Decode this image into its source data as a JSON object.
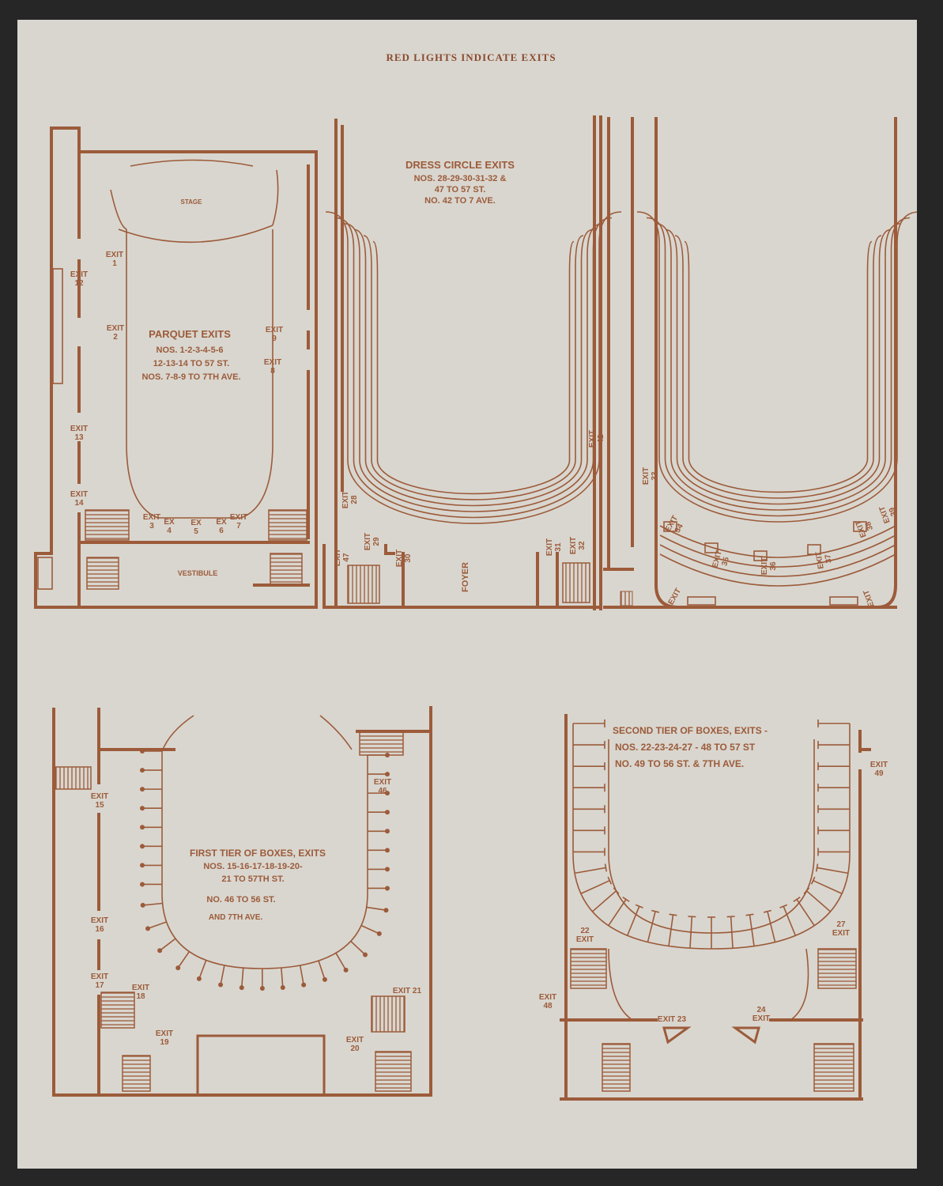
{
  "header": "RED LIGHTS INDICATE EXITS",
  "colors": {
    "ink": "#9c5b3a",
    "paper": "#d9d6cf",
    "background": "#262626"
  },
  "parquet": {
    "title": "PARQUET EXITS",
    "lines": [
      "NOS. 1-2-3-4-5-6",
      "12-13-14 TO 57 ST.",
      "NOS. 7-8-9 TO 7TH AVE."
    ],
    "stage": "STAGE",
    "vestibule": "VESTIBULE",
    "exits": [
      {
        "word": "EXIT",
        "num": "1"
      },
      {
        "word": "EXIT",
        "num": "12"
      },
      {
        "word": "EXIT",
        "num": "2"
      },
      {
        "word": "EXIT",
        "num": "9"
      },
      {
        "word": "EXIT",
        "num": "8"
      },
      {
        "word": "EXIT",
        "num": "13"
      },
      {
        "word": "EXIT",
        "num": "14"
      },
      {
        "word": "EXIT",
        "num": "3"
      },
      {
        "word": "EX",
        "num": "4"
      },
      {
        "word": "EX",
        "num": "5"
      },
      {
        "word": "EX",
        "num": "6"
      },
      {
        "word": "EXIT",
        "num": "7"
      }
    ]
  },
  "dress_circle": {
    "title": "DRESS CIRCLE EXITS",
    "lines": [
      "NOS. 28-29-30-31-32 &",
      "47 TO 57 ST.",
      "NO. 42 TO 7 AVE."
    ],
    "foyer": "FOYER",
    "exits": [
      {
        "word": "EXIT",
        "num": "28"
      },
      {
        "word": "EXIT",
        "num": "47"
      },
      {
        "word": "EXIT",
        "num": "29"
      },
      {
        "word": "EXIT",
        "num": "30"
      },
      {
        "word": "EXIT",
        "num": "31"
      },
      {
        "word": "EXIT",
        "num": "32"
      },
      {
        "word": "EXIT",
        "num": "42"
      }
    ]
  },
  "balcony": {
    "exits": [
      {
        "word": "EXIT",
        "num": "33"
      },
      {
        "word": "EXIT",
        "num": "34"
      },
      {
        "word": "EXIT",
        "num": "35"
      },
      {
        "word": "EXIT",
        "num": "36"
      },
      {
        "word": "EXIT",
        "num": "37"
      },
      {
        "word": "EXIT",
        "num": "38"
      },
      {
        "word": "EXIT",
        "num": "39"
      },
      {
        "word": "EXIT",
        "num": ""
      },
      {
        "word": "EXIT",
        "num": ""
      }
    ]
  },
  "first_tier": {
    "title": "FIRST TIER OF BOXES, EXITS",
    "lines": [
      "NOS. 15-16-17-18-19-20-",
      "21 TO 57TH ST.",
      "NO. 46 TO 56 ST.",
      "AND 7TH AVE."
    ],
    "exits": [
      {
        "word": "EXIT",
        "num": "15"
      },
      {
        "word": "EXIT",
        "num": "46"
      },
      {
        "word": "EXIT",
        "num": "16"
      },
      {
        "word": "EXIT",
        "num": "17"
      },
      {
        "word": "EXIT",
        "num": "18"
      },
      {
        "word": "EXIT",
        "num": "19"
      },
      {
        "word": "EXIT",
        "num": "20"
      },
      {
        "word": "EXIT 21",
        "num": ""
      }
    ]
  },
  "second_tier": {
    "title": "SECOND TIER OF BOXES, EXITS -",
    "lines": [
      "NOS. 22-23-24-27 - 48 TO 57 ST",
      "NO. 49 TO 56 ST. & 7TH AVE."
    ],
    "exits": [
      {
        "word": "EXIT",
        "num": "49"
      },
      {
        "word": "22",
        "num": "EXIT"
      },
      {
        "word": "27",
        "num": "EXIT"
      },
      {
        "word": "EXIT",
        "num": "48"
      },
      {
        "word": "EXIT 23",
        "num": ""
      },
      {
        "word": "24",
        "num": "EXIT"
      }
    ]
  }
}
